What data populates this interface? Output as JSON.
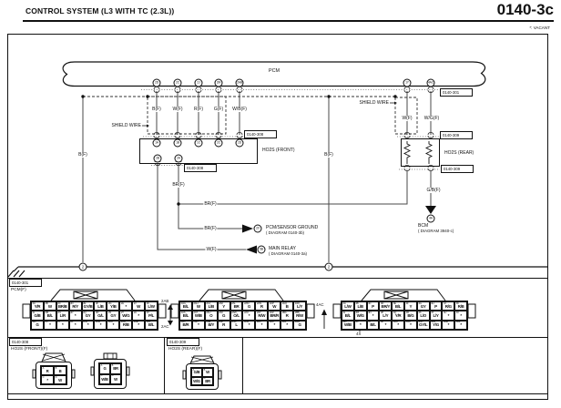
{
  "header": {
    "title": "CONTROL SYSTEM (L3 WITH TC (2.3L))",
    "code": "0140-3c",
    "note": "*: VACANT"
  },
  "diagram": {
    "pcm_label": "PCM",
    "pcm_conn": "0140-301",
    "shield_left": "SHIELD WIRE",
    "shield_right": "SHIELD WIRE",
    "pcm_pins_left": [
      "2D",
      "2C",
      "2J",
      "2M",
      "2AB"
    ],
    "pcm_pins_right": [
      "1Y",
      "4AC"
    ],
    "wires_left": [
      "B(F)",
      "W(F)",
      "R(F)",
      "G(F)",
      "W/B(F)"
    ],
    "wires_right": [
      "W(F)",
      "W/G(F)"
    ],
    "drain_left": "B(F)",
    "drain_right": "B(F)",
    "front": {
      "label": "HO2S (FRONT)",
      "conn_top": "0140-308",
      "conn_bottom": "0140-308",
      "pins_top": [
        "1A",
        "1B",
        "1C",
        "2C",
        "2D"
      ],
      "pins_bottom": [
        "2B",
        "2A"
      ]
    },
    "rear": {
      "label": "HO2S (REAR)",
      "conn_top": "0140-309",
      "conn_bottom": "0140-309"
    },
    "br1": "BR(F)",
    "br2": "BR(F)",
    "br3": "BR(F)",
    "w_relay": "W(F)",
    "gb": "G/B(F)",
    "ground_left": "2",
    "ground_right": "2",
    "ref_ground": {
      "id": "2X",
      "name": "PCM/SENSOR GROUND",
      "diag": "( DIAGRAM 0140-3b)"
    },
    "ref_relay": {
      "id": "5B",
      "name": "MAIN RELAY",
      "diag": "( DIAGRAM 0140-3a)"
    },
    "ref_bcm": {
      "id": "4A",
      "name": "BCM",
      "diag": "( DIAGRAM 3940-c)"
    }
  },
  "pinout": {
    "ref": "0140-301",
    "name": "PCM(F)",
    "marker_split_top": "2AB",
    "marker_split_bottom": "2AC",
    "marker_right": "4AC",
    "marker_4x": "4X",
    "blocks": [
      {
        "pins": [
          [
            "2A",
            "2B",
            "2C",
            "2D",
            "2E",
            "2F",
            "2G",
            "2H",
            "2J",
            "2K"
          ],
          [
            "2L",
            "2M",
            "2N",
            "2P",
            "2Q",
            "2R",
            "2S",
            "2T",
            "2U",
            "2V"
          ],
          [
            "2W",
            "2X",
            "2Y",
            "2Z",
            "2AA",
            "2AB",
            "2AC",
            "2AD",
            "2AE",
            "2AF"
          ]
        ],
        "colors": [
          [
            "Y/R",
            "W",
            "BR/B",
            "R/Y",
            "GY/B",
            "L/B",
            "Y/B",
            "*",
            "W",
            "L/W"
          ],
          [
            "G/B",
            "B/L",
            "L/R",
            "*",
            "GY",
            "G/L",
            "GY",
            "W/G",
            "*",
            "P/L"
          ],
          [
            "G",
            "*",
            "*",
            "*",
            "*",
            "*",
            "*",
            "R/B",
            "*",
            "B/L"
          ]
        ]
      },
      {
        "pins": [
          [
            "2AG",
            "2AH",
            "2AJ",
            "2AK",
            "2AL",
            "2AM",
            "2AN",
            "2AP",
            "2AQ",
            "2AR"
          ],
          [
            "2AS",
            "2AT",
            "2AU",
            "2AV",
            "2AW",
            "2AX",
            "2AY",
            "2AZ",
            "2BA",
            "2BB"
          ],
          [
            "2BC",
            "2BD",
            "2BE",
            "2BF",
            "2BG",
            "2BH",
            "2BJ",
            "2BK",
            "2BL",
            "2BM"
          ]
        ],
        "colors": [
          [
            "B/L",
            "W",
            "L/B",
            "Y",
            "BR",
            "G",
            "R",
            "W",
            "B",
            "L/Y"
          ],
          [
            "B/L",
            "W/B",
            "O",
            "G",
            "O/L",
            "*",
            "R/W",
            "BR/R",
            "R",
            "R/W"
          ],
          [
            "B/R",
            "*",
            "B/Y",
            "R",
            "L",
            "*",
            "*",
            "*",
            "*",
            "G"
          ]
        ]
      },
      {
        "pins": [
          [
            "4A",
            "4B",
            "4C",
            "4D",
            "4E",
            "4F",
            "4G",
            "4H",
            "4J",
            "4K"
          ],
          [
            "4L",
            "4M",
            "4N",
            "4P",
            "4Q",
            "4R",
            "4S",
            "4T",
            "4U",
            "4V"
          ],
          [
            "4W",
            "4X",
            "4Y",
            "4Z",
            "4AA",
            "4AB",
            "4AC",
            "4AD",
            "4AE",
            "4AF"
          ]
        ],
        "colors": [
          [
            "L/W",
            "L/B",
            "P",
            "BR/Y",
            "B/L",
            "Y",
            "GY",
            "P",
            "R/G",
            "R/B"
          ],
          [
            "B/L",
            "W/G",
            "*",
            "L/Y",
            "Y/R",
            "B/G",
            "L/O",
            "L/Y",
            "*",
            "*"
          ],
          [
            "W/B",
            "*",
            "B/L",
            "*",
            "*",
            "*",
            "GY/L",
            "Y/G",
            "*",
            "*"
          ]
        ]
      }
    ]
  },
  "faces": {
    "front": {
      "ref": "0140-308",
      "name": "HO2S (FRONT)(F)",
      "views": [
        {
          "pins": [
            [
              "A",
              "B"
            ],
            [
              "C",
              "D"
            ]
          ],
          "colors": [
            [
              "R",
              "B"
            ],
            [
              "*",
              "W"
            ]
          ]
        },
        {
          "pins": [
            [
              "A",
              "B"
            ],
            [
              "C",
              "D"
            ]
          ],
          "colors": [
            [
              "G",
              "BR"
            ],
            [
              "W/B",
              "W"
            ]
          ]
        }
      ]
    },
    "rear": {
      "ref": "0140-309",
      "name": "HO2S (REAR)(F)",
      "views": [
        {
          "pins": [
            [
              "A",
              "B"
            ],
            [
              "C",
              "D"
            ]
          ],
          "colors": [
            [
              "G/B",
              "W"
            ],
            [
              "W/G",
              "BR"
            ]
          ]
        }
      ]
    }
  }
}
